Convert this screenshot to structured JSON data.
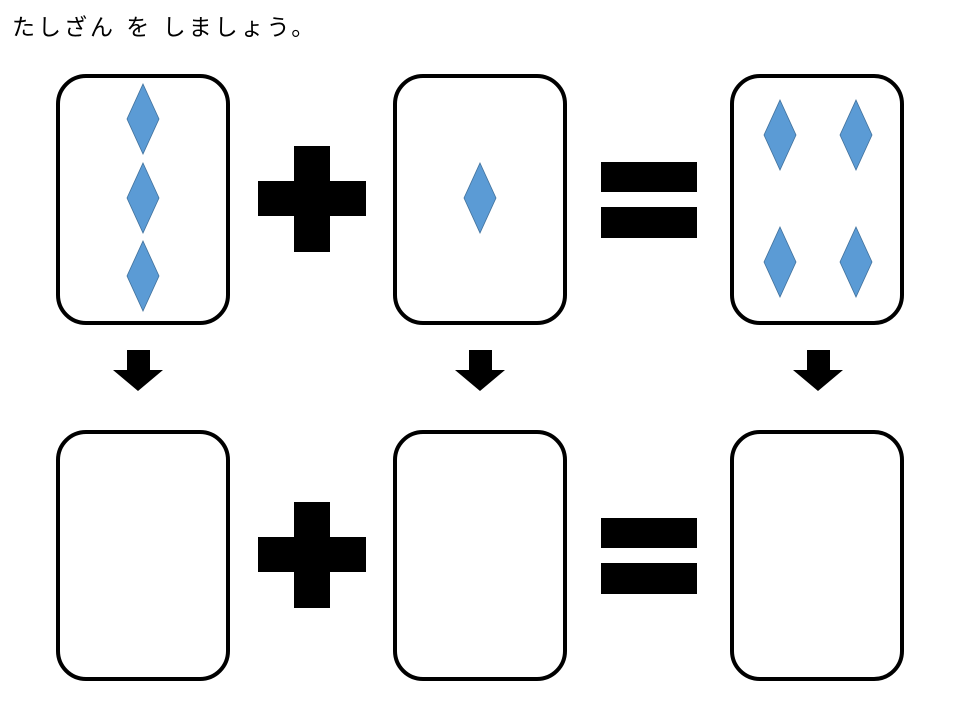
{
  "title": "たしざん を しましょう。",
  "colors": {
    "diamond": "#5B9BD5",
    "diamond_stroke": "#41719C",
    "ink": "#000000"
  },
  "equation": {
    "left_card_count": 3,
    "middle_card_count": 1,
    "result_card_count": 4,
    "operator": "plus",
    "relation": "equals"
  },
  "answer_row": {
    "left": "",
    "middle": "",
    "result": ""
  }
}
